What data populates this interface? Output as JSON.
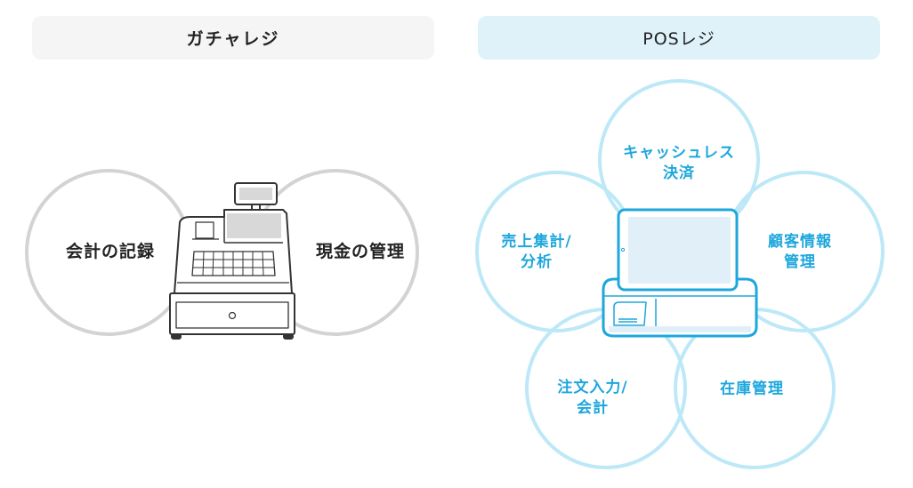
{
  "headers": {
    "gacha_title": "ガチャレジ",
    "pos_title": "POSレジ"
  },
  "gacha": {
    "functions": [
      "会計の記録",
      "現金の管理"
    ],
    "icon": "cash-register-icon"
  },
  "pos": {
    "functions": [
      {
        "line1": "キャッシュレス",
        "line2": "決済"
      },
      {
        "line1": "売上集計/",
        "line2": "分析"
      },
      {
        "line1": "顧客情報",
        "line2": "管理"
      },
      {
        "line1": "注文入力/",
        "line2": "会計"
      },
      {
        "line1": "在庫管理",
        "line2": ""
      }
    ],
    "icon": "tablet-pos-terminal-icon"
  },
  "colors": {
    "gray_circle": "#d3d3d3",
    "blue_circle": "#bde8f7",
    "blue_text": "#1ea7dc",
    "pos_device_stroke": "#1ea7dc",
    "pos_screen_fill": "#e1eff8",
    "gacha_header_bg": "#f5f5f5",
    "pos_header_bg": "#dff2fa"
  }
}
